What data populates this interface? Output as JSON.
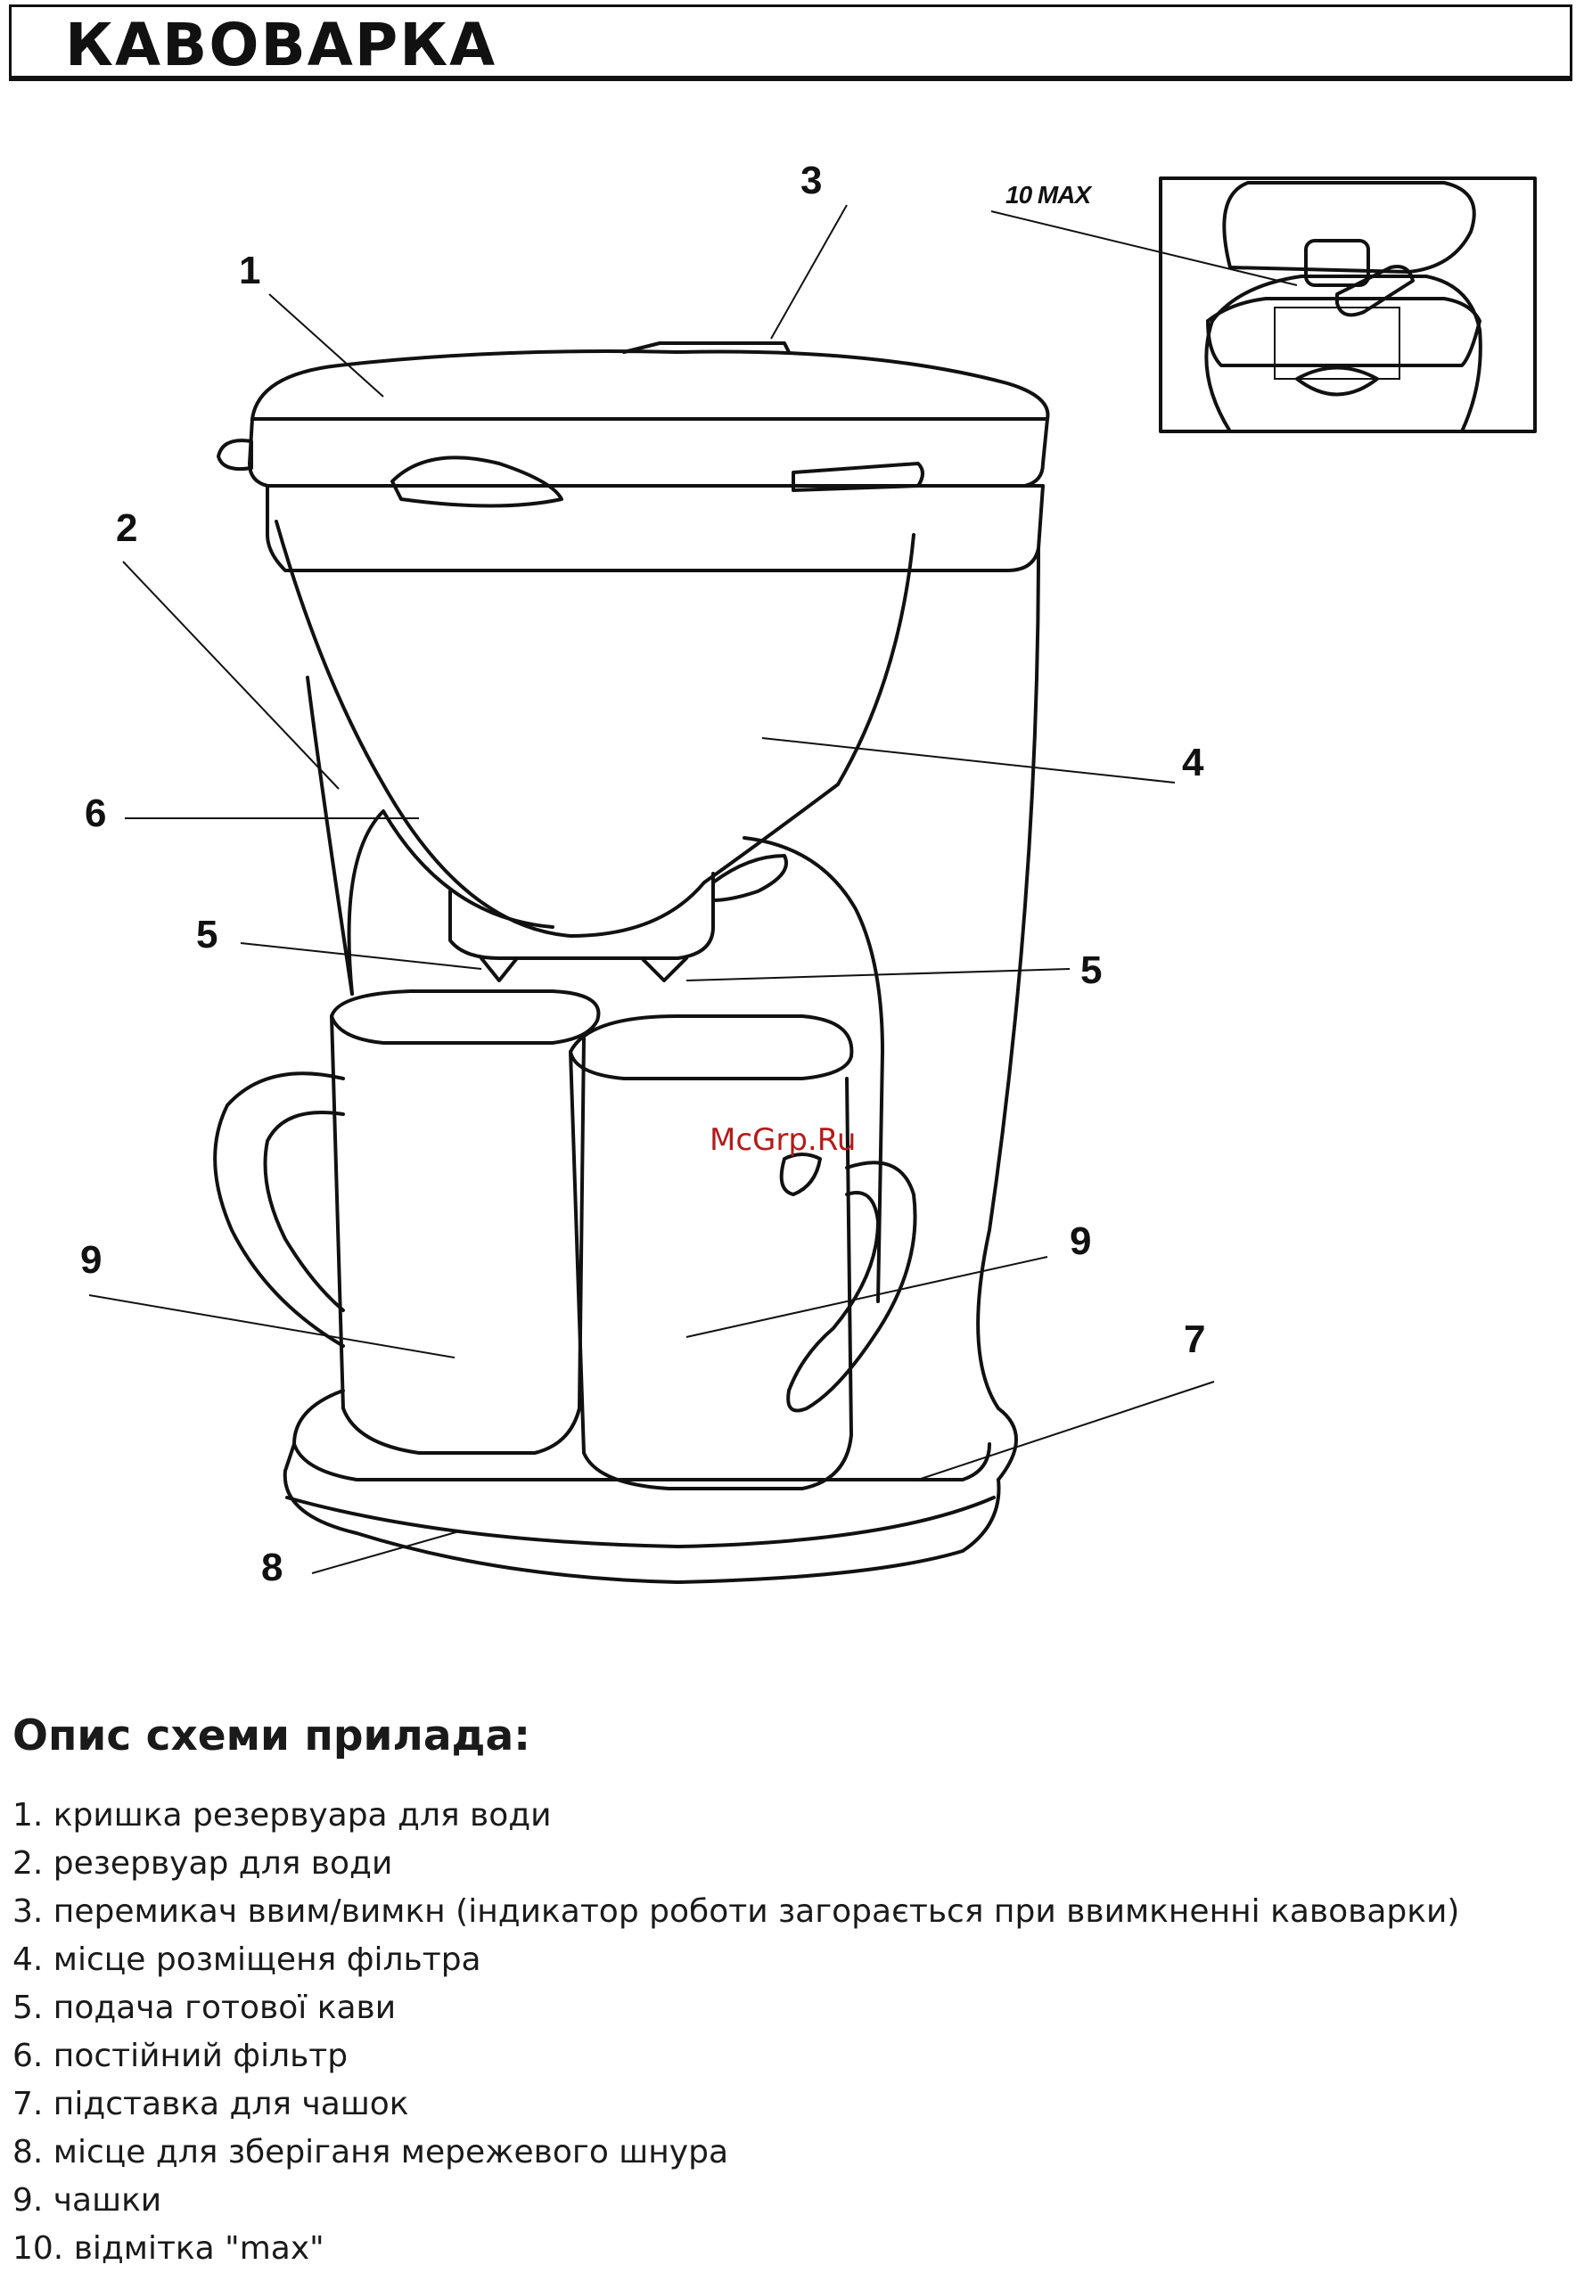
{
  "title": "КАВОВАРКА",
  "figure": {
    "callouts": [
      "1",
      "2",
      "3",
      "4",
      "5",
      "5",
      "6",
      "7",
      "8",
      "9",
      "9"
    ],
    "inset_label": "10 MAX",
    "watermark": "McGrp.Ru"
  },
  "description": {
    "heading": "Опис схеми прилада:",
    "items": [
      "1. кришка резервуара для води",
      "2. резервуар для води",
      "3. перемикач ввим/вимкн (індикатор роботи загорається при ввимкненні кавоварки)",
      "4. місце розміщеня фільтра",
      "5. подача готової кави",
      "6. постійний фільтр",
      "7. підставка для чашок",
      "8. місце для зберіганя мережевого шнура",
      "9. чашки",
      "10. відмітка \"max\""
    ]
  }
}
